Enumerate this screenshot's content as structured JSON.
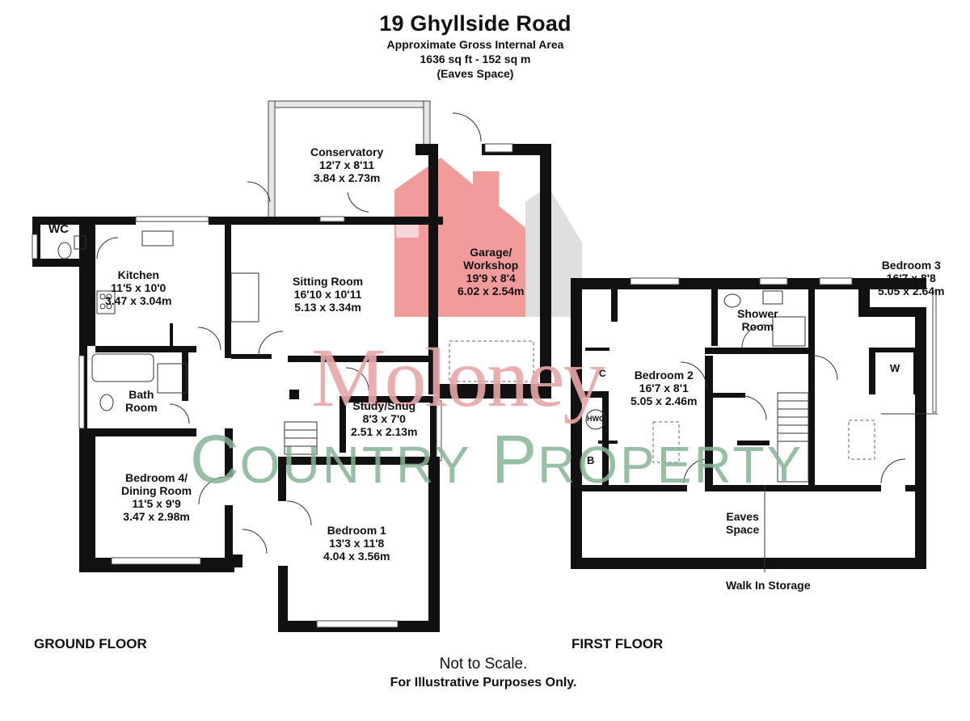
{
  "header": {
    "title": "19 Ghyllside Road",
    "area_caption": "Approximate Gross Internal Area",
    "area_value": "1636 sq ft - 152 sq m",
    "area_note": "(Eaves Space)"
  },
  "watermark": {
    "upper": "Moloney",
    "lower": "Country Property",
    "upper_color": "#e8a6a6",
    "lower_color": "#86b496",
    "house_color": "#f08a8a"
  },
  "floors": {
    "ground_label": "GROUND FLOOR",
    "first_label": "FIRST FLOOR"
  },
  "rooms": {
    "wc": {
      "name": "WC"
    },
    "kitchen": {
      "name": "Kitchen",
      "imperial": "11'5 x 10'0",
      "metric": "3.47 x 3.04m"
    },
    "conservatory": {
      "name": "Conservatory",
      "imperial": "12'7 x 8'11",
      "metric": "3.84 x 2.73m"
    },
    "sitting_room": {
      "name": "Sitting Room",
      "imperial": "16'10 x 10'11",
      "metric": "5.13 x 3.34m"
    },
    "garage": {
      "name": "Garage/",
      "name2": "Workshop",
      "imperial": "19'9 x 8'4",
      "metric": "6.02 x 2.54m"
    },
    "bathroom": {
      "name": "Bath",
      "name2": "Room"
    },
    "study": {
      "name": "Study/Snug",
      "imperial": "8'3 x 7'0",
      "metric": "2.51 x 2.13m"
    },
    "bedroom4": {
      "name": "Bedroom 4/",
      "name2": "Dining Room",
      "imperial": "11'5 x 9'9",
      "metric": "3.47 x 2.98m"
    },
    "bedroom1": {
      "name": "Bedroom 1",
      "imperial": "13'3 x 11'8",
      "metric": "4.04 x 3.56m"
    },
    "bedroom2": {
      "name": "Bedroom 2",
      "imperial": "16'7 x 8'1",
      "metric": "5.05 x 2.46m"
    },
    "bedroom3": {
      "name": "Bedroom 3",
      "imperial": "16'7 x 8'8",
      "metric": "5.05 x 2.64m"
    },
    "shower_room": {
      "name": "Shower",
      "name2": "Room"
    },
    "eaves": {
      "name": "Eaves",
      "name2": "Space"
    }
  },
  "tags": {
    "cupboard": "C",
    "hwc": "HWC",
    "boiler": "B",
    "wardrobe": "W",
    "walk_in": "Walk In Storage"
  },
  "footer": {
    "scale": "Not to Scale.",
    "purpose": "For Illustrative Purposes Only."
  }
}
